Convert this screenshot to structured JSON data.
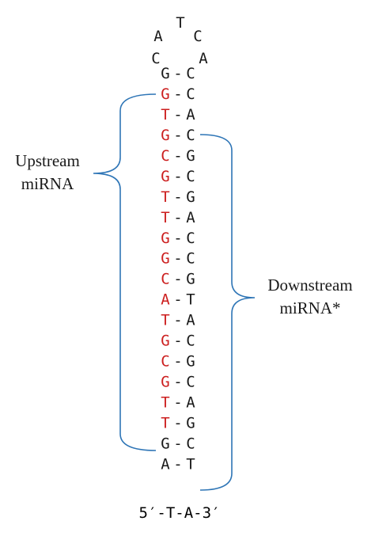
{
  "loop": {
    "bases": [
      "C",
      "A",
      "T",
      "C",
      "A"
    ]
  },
  "stem": {
    "pairs": [
      {
        "left": "G",
        "right": "C",
        "highlight": false
      },
      {
        "left": "G",
        "right": "C",
        "highlight": true
      },
      {
        "left": "T",
        "right": "A",
        "highlight": true
      },
      {
        "left": "G",
        "right": "C",
        "highlight": true
      },
      {
        "left": "C",
        "right": "G",
        "highlight": true
      },
      {
        "left": "G",
        "right": "C",
        "highlight": true
      },
      {
        "left": "T",
        "right": "G",
        "highlight": true
      },
      {
        "left": "T",
        "right": "A",
        "highlight": true
      },
      {
        "left": "G",
        "right": "C",
        "highlight": true
      },
      {
        "left": "G",
        "right": "C",
        "highlight": true
      },
      {
        "left": "C",
        "right": "G",
        "highlight": true
      },
      {
        "left": "A",
        "right": "T",
        "highlight": true
      },
      {
        "left": "T",
        "right": "A",
        "highlight": true
      },
      {
        "left": "G",
        "right": "C",
        "highlight": true
      },
      {
        "left": "C",
        "right": "G",
        "highlight": true
      },
      {
        "left": "G",
        "right": "C",
        "highlight": true
      },
      {
        "left": "T",
        "right": "A",
        "highlight": true
      },
      {
        "left": "T",
        "right": "G",
        "highlight": true
      },
      {
        "left": "G",
        "right": "C",
        "highlight": false
      },
      {
        "left": "A",
        "right": "T",
        "highlight": false
      }
    ],
    "bond": "-"
  },
  "tail": "5′-T-A-3′",
  "labels": {
    "upstream_line1": "Upstream",
    "upstream_line2": "miRNA",
    "downstream_line1": "Downstream",
    "downstream_line2": "miRNA*"
  },
  "colors": {
    "highlight": "#cc1f1f",
    "normal": "#1a1a1a",
    "brace": "#2e75b6"
  }
}
